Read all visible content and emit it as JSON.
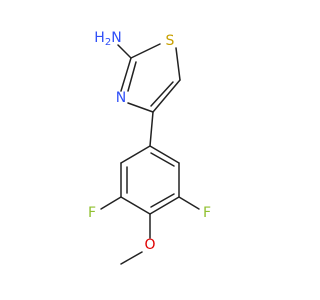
{
  "molecule": {
    "atoms": {
      "amine": "H2N",
      "amine_h": "H",
      "amine_n": "N",
      "amine_sub": "2",
      "sulfur": "S",
      "ring_nitrogen": "N",
      "fluorine_left": "F",
      "fluorine_right": "F",
      "oxygen": "O"
    },
    "colors": {
      "bond": "#222222",
      "nitrogen": "#3050F8",
      "sulfur": "#C8A000",
      "fluorine": "#90C030",
      "oxygen": "#E00000"
    }
  }
}
